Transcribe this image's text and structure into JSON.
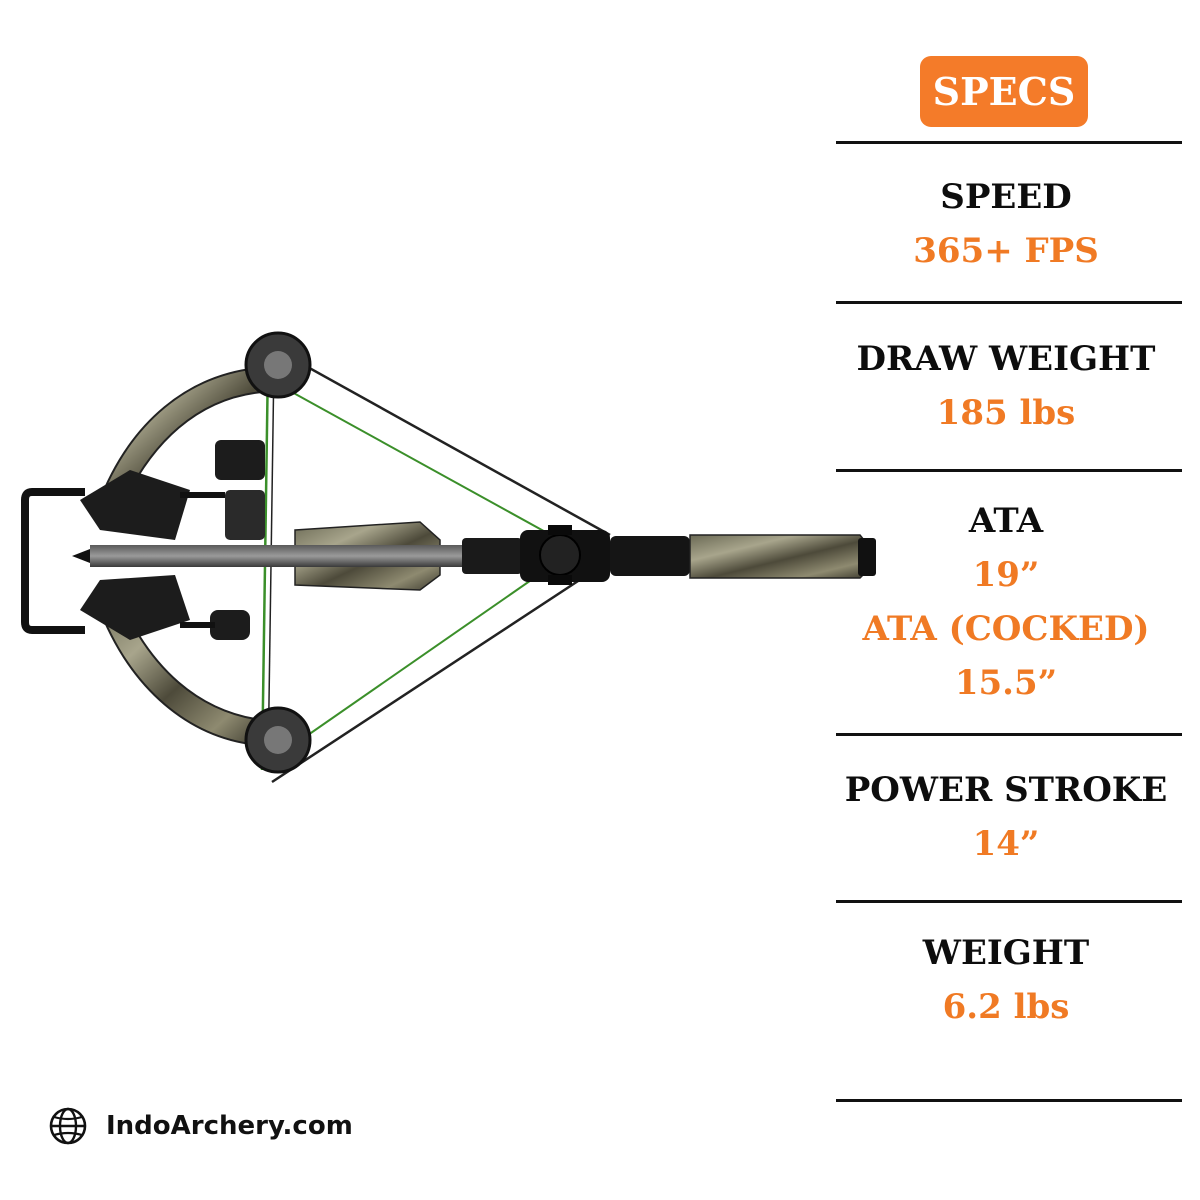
{
  "specs_title": "SPECS",
  "specs": [
    {
      "label": "SPEED",
      "values": [
        "365+ FPS"
      ]
    },
    {
      "label": "DRAW WEIGHT",
      "values": [
        "185 lbs"
      ]
    },
    {
      "label": "ATA",
      "values": [
        "19”",
        "ATA (COCKED)",
        "15.5”"
      ]
    },
    {
      "label": "POWER STROKE",
      "values": [
        "14”"
      ]
    },
    {
      "label": "WEIGHT",
      "values": [
        "6.2 lbs"
      ]
    }
  ],
  "footer": {
    "site": "IndoArchery.com",
    "icon": "globe-icon"
  },
  "product": {
    "icon": "crossbow-image"
  },
  "colors": {
    "accent": "#f47b29",
    "text": "#0d0d0d",
    "rule": "#111111"
  }
}
